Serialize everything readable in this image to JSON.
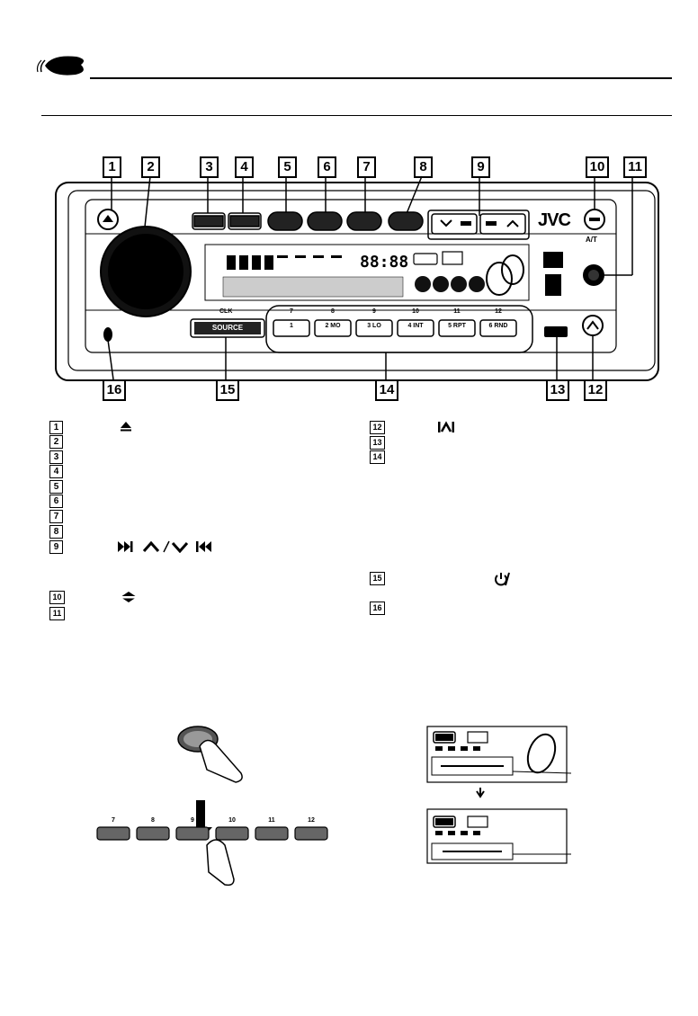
{
  "brand": "JVC",
  "callouts_top": [
    "1",
    "2",
    "3",
    "4",
    "5",
    "6",
    "7",
    "8",
    "9",
    "10",
    "11"
  ],
  "callouts_bottom": [
    "16",
    "15",
    "14",
    "13",
    "12"
  ],
  "panel": {
    "at_label": "A/T",
    "source_small": "CLK",
    "source_label": "SOURCE",
    "preset_top": [
      "7",
      "8",
      "9",
      "10",
      "11",
      "12"
    ],
    "preset_bottom": [
      "1",
      "2",
      "3",
      "4",
      "5",
      "6"
    ],
    "preset_sub": [
      "",
      "MO",
      "LO",
      "INT",
      "RPT",
      "RND"
    ],
    "display_digits": "88:88"
  },
  "legend_left": [
    {
      "num": "1",
      "glyph": "eject-icon"
    },
    {
      "num": "2"
    },
    {
      "num": "3"
    },
    {
      "num": "4"
    },
    {
      "num": "5"
    },
    {
      "num": "6"
    },
    {
      "num": "7"
    },
    {
      "num": "8"
    },
    {
      "num": "9",
      "glyph": "skip-arrows-icon"
    },
    {
      "num": "10",
      "glyph": "detach-icon"
    },
    {
      "num": "11"
    }
  ],
  "legend_right": [
    {
      "num": "12",
      "glyph": "up-box-icon"
    },
    {
      "num": "13"
    },
    {
      "num": "14"
    },
    {
      "num": "15",
      "glyph": "power-icon"
    },
    {
      "num": "16"
    }
  ],
  "bottom_presets": [
    "7",
    "8",
    "9",
    "10",
    "11",
    "12"
  ]
}
